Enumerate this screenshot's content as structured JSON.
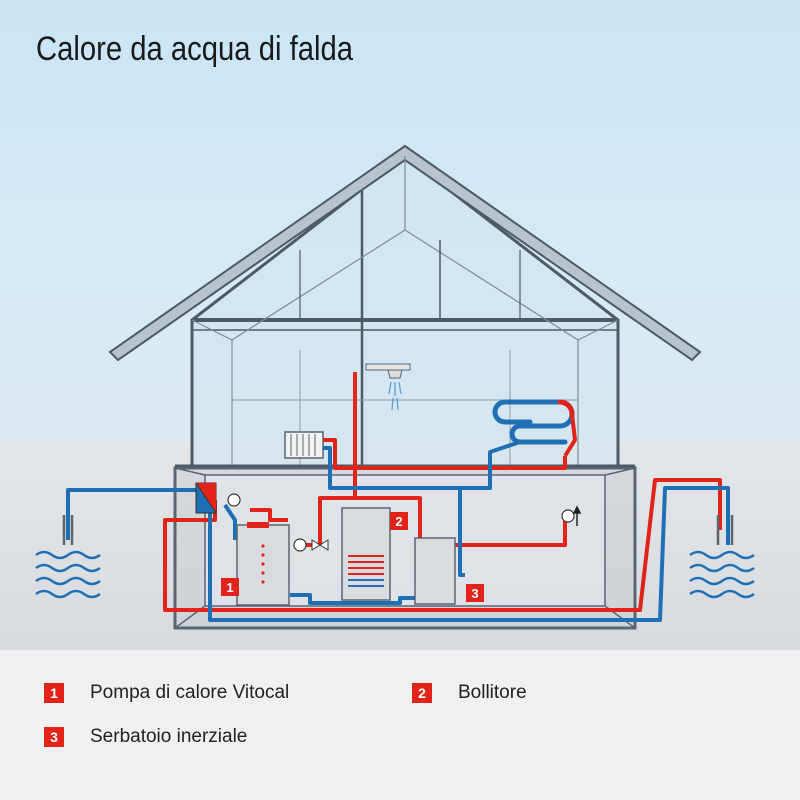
{
  "title": "Calore da acqua di falda",
  "colors": {
    "supply": "#e2231a",
    "return": "#1f6fb5",
    "structure": "#4e5a66",
    "marker": "#e2231a"
  },
  "components": [
    {
      "number": "1",
      "label": "Pompa di calore Vitocal"
    },
    {
      "number": "2",
      "label": "Bollitore"
    },
    {
      "number": "3",
      "label": "Serbatoio inerziale"
    }
  ]
}
